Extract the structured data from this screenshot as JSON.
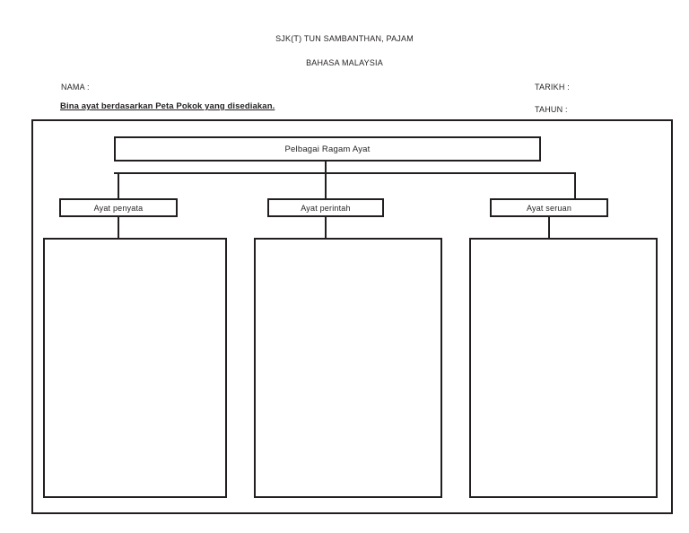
{
  "header": {
    "school": "SJK(T) TUN SAMBANTHAN, PAJAM",
    "subject": "BAHASA MALAYSIA"
  },
  "meta": {
    "name_label": "NAMA :",
    "date_label": "TARIKH :",
    "year_label": "TAHUN :",
    "name_value": "",
    "date_value": "",
    "year_value": ""
  },
  "instruction": "Bina ayat berdasarkan Peta Pokok yang disediakan.",
  "tree_map": {
    "root": "Pelbagai Ragam Ayat",
    "branches": [
      {
        "label": "Ayat penyata",
        "answer": ""
      },
      {
        "label": "Ayat perintah",
        "answer": ""
      },
      {
        "label": "Ayat seruan",
        "answer": ""
      }
    ]
  },
  "colors": {
    "ink": "#231f20",
    "paper": "#ffffff"
  }
}
